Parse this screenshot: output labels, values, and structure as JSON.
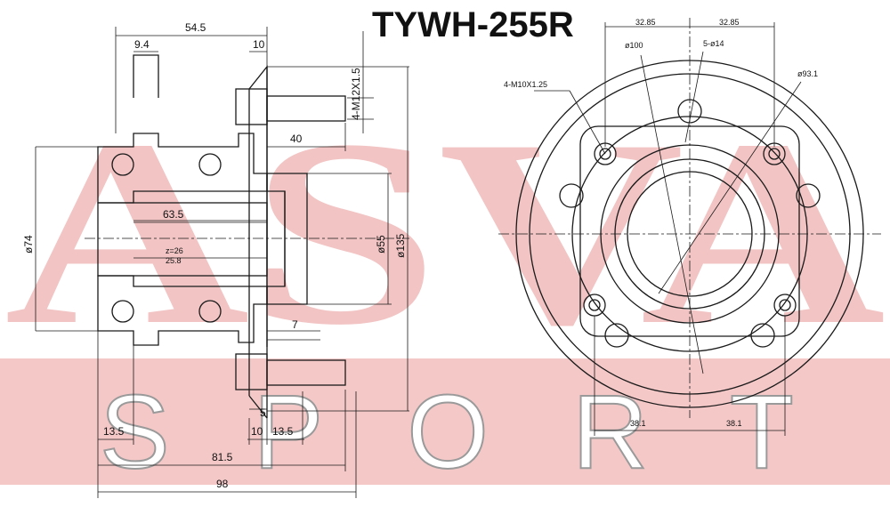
{
  "title": "TYWH-255R",
  "watermark": {
    "brand": "ASVA",
    "line": "SPORT",
    "color": "#f2c4c4"
  },
  "side_view": {
    "dim_54_5": "54.5",
    "dim_9_4": "9.4",
    "dim_10_top": "10",
    "dim_thread": "4-M12X1.5",
    "dim_40": "40",
    "dim_63_5": "63.5",
    "dim_74": "ø74",
    "dim_55": "ø55",
    "dim_135": "ø135",
    "dim_z": "z=26",
    "dim_z2": "25.8",
    "dim_7": "7",
    "dim_5": "5",
    "dim_10_bottom": "10",
    "dim_13_5_right": "13.5",
    "dim_13_5_left": "13.5",
    "dim_81_5": "81.5",
    "dim_98": "98"
  },
  "front_view": {
    "dim_32_85_left": "32.85",
    "dim_32_85_right": "32.85",
    "dim_phi100": "ø100",
    "dim_holes": "5-ø14",
    "dim_phi93": "ø93.1",
    "dim_bolts": "4-M10X1.25",
    "dim_38_1_left": "38.1",
    "dim_38_1_right": "38.1"
  }
}
